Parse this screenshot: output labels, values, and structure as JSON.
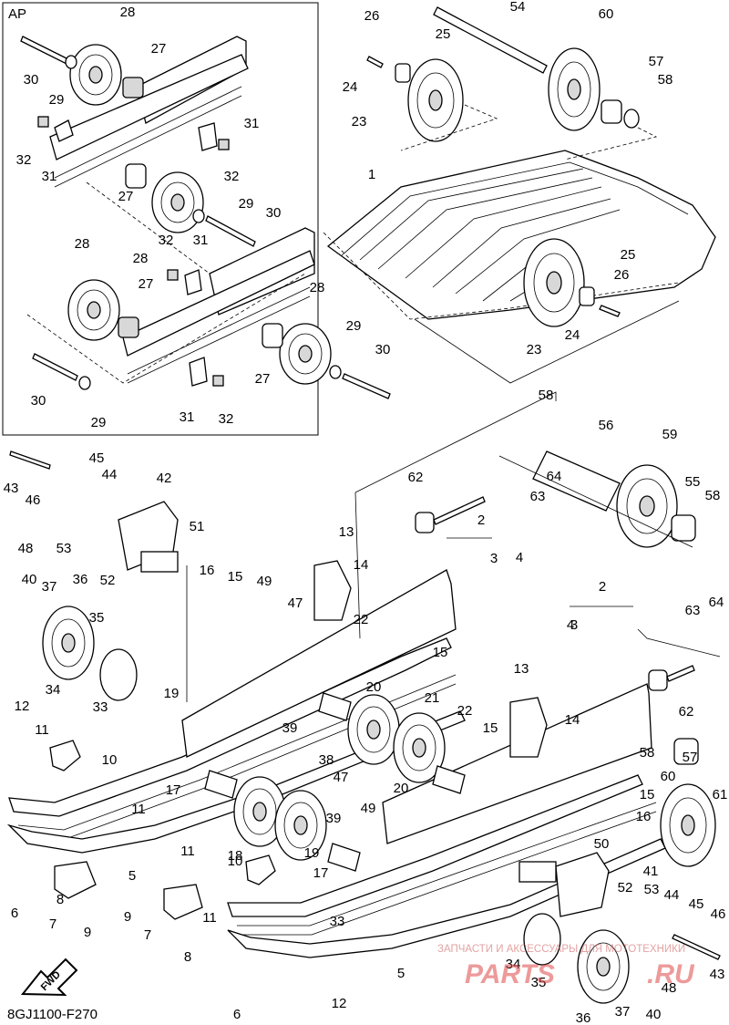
{
  "inset": {
    "title": "AP"
  },
  "footer": {
    "code": "8GJ1100-F270",
    "fwd": "FWD"
  },
  "watermark": {
    "text": "ЗАПЧАСТИ И АКСЕССУАРЫ ДЛЯ МОТОТЕХНИКИ",
    "logo": "PARTS",
    "domain": ".RU"
  },
  "callouts": {
    "inset": [
      "28",
      "30",
      "29",
      "27",
      "31",
      "32",
      "31",
      "27",
      "29",
      "30",
      "32",
      "31",
      "28",
      "28",
      "32",
      "27",
      "30",
      "29",
      "28",
      "29",
      "27",
      "31",
      "32",
      "30"
    ],
    "upper": [
      "26",
      "25",
      "54",
      "60",
      "57",
      "58",
      "24",
      "23",
      "1",
      "25",
      "26",
      "24",
      "23"
    ],
    "lower": [
      "58",
      "56",
      "59",
      "45",
      "43",
      "44",
      "42",
      "46",
      "62",
      "64",
      "63",
      "55",
      "58",
      "48",
      "53",
      "51",
      "2",
      "52",
      "3",
      "4",
      "13",
      "16",
      "15",
      "14",
      "49",
      "40",
      "37",
      "36",
      "47",
      "35",
      "2",
      "64",
      "22",
      "3",
      "4",
      "63",
      "34",
      "15",
      "33",
      "19",
      "20",
      "21",
      "62",
      "13",
      "12",
      "11",
      "10",
      "39",
      "38",
      "22",
      "15",
      "14",
      "58",
      "60",
      "57",
      "61",
      "47",
      "17",
      "20",
      "49",
      "11",
      "18",
      "19",
      "39",
      "17",
      "15",
      "16",
      "50",
      "41",
      "10",
      "11",
      "5",
      "52",
      "53",
      "44",
      "45",
      "46",
      "7",
      "9",
      "8",
      "6",
      "9",
      "7",
      "11",
      "33",
      "8",
      "34",
      "35",
      "48",
      "36",
      "37",
      "40",
      "12",
      "5",
      "43",
      "6"
    ]
  }
}
